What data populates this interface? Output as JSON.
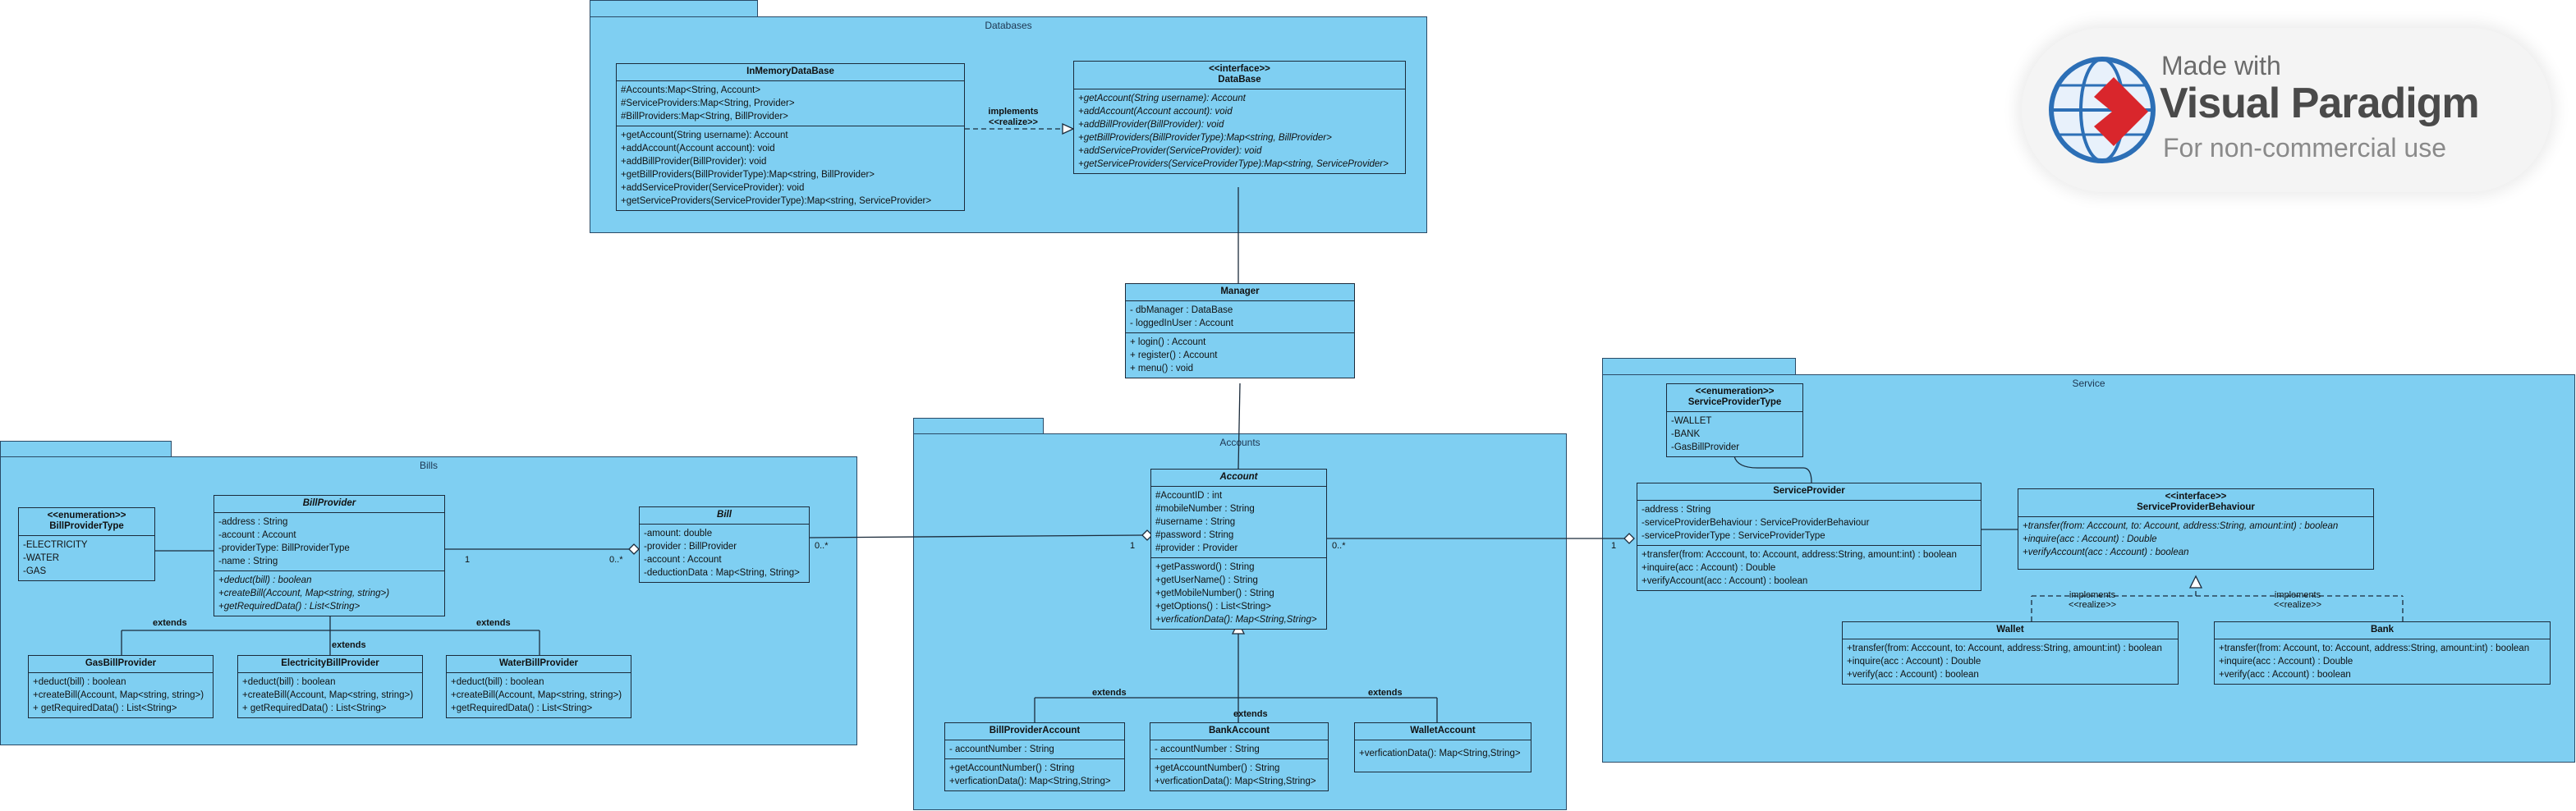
{
  "watermark": {
    "line1": "Made with",
    "line2": "Visual Paradigm",
    "line3": "For non-commercial use"
  },
  "colors": {
    "package_fill": "#7fcff2",
    "border": "#1b2b3b"
  },
  "packages": {
    "databases": "Databases",
    "bills": "Bills",
    "accounts": "Accounts",
    "service": "Service"
  },
  "classes": {
    "in_memory_db": {
      "name": "InMemoryDataBase",
      "attrs": [
        "#Accounts:Map<String, Account>",
        "#ServiceProviders:Map<String, Provider>",
        "#BillProviders:Map<String, BillProvider>"
      ],
      "ops": [
        "+getAccount(String username): Account",
        "+addAccount(Account account): void",
        "+addBillProvider(BillProvider): void",
        "+getBillProviders(BillProviderType):Map<string, BillProvider>",
        "+addServiceProvider(ServiceProvider): void",
        "+getServiceProviders(ServiceProviderType):Map<string, ServiceProvider>"
      ]
    },
    "database": {
      "stereotype": "<<interface>>",
      "name": "DataBase",
      "ops": [
        "+getAccount(String username): Account",
        "+addAccount(Account account): void",
        "+addBillProvider(BillProvider): void",
        "+getBillProviders(BillProviderType):Map<string, BillProvider>",
        "+addServiceProvider(ServiceProvider): void",
        "+getServiceProviders(ServiceProviderType):Map<string, ServiceProvider>"
      ]
    },
    "manager": {
      "name": "Manager",
      "attrs": [
        "- dbManager : DataBase",
        "- loggedInUser : Account"
      ],
      "ops": [
        "+ login() : Account",
        "+ register() : Account",
        "+ menu() : void"
      ]
    },
    "bill_provider_type": {
      "stereotype": "<<enumeration>>",
      "name": "BillProviderType",
      "attrs": [
        "-ELECTRICITY",
        "-WATER",
        "-GAS"
      ]
    },
    "bill_provider": {
      "name": "BillProvider",
      "attrs": [
        "-address : String",
        "-account : Account",
        "-providerType: BillProviderType",
        "-name : String"
      ],
      "ops": [
        "+deduct(bill) : boolean",
        "+createBill(Account, Map<string, string>)",
        "+getRequiredData() : List<String>"
      ]
    },
    "bill": {
      "name": "Bill",
      "attrs": [
        "-amount: double",
        "-provider : BillProvider",
        "-account : Account",
        "-deductionData : Map<String, String>"
      ]
    },
    "gas_bill_provider": {
      "name": "GasBillProvider",
      "ops": [
        "+deduct(bill) : boolean",
        "+createBill(Account, Map<string, string>)",
        "+ getRequiredData() : List<String>"
      ]
    },
    "electricity_bill_provider": {
      "name": "ElectricityBillProvider",
      "ops": [
        "+deduct(bill) : boolean",
        "+createBill(Account, Map<string, string>)",
        "+ getRequiredData() : List<String>"
      ]
    },
    "water_bill_provider": {
      "name": "WaterBillProvider",
      "ops": [
        "+deduct(bill) : boolean",
        "+createBill(Account, Map<string, string>)",
        "+getRequiredData() : List<String>"
      ]
    },
    "account": {
      "name": "Account",
      "attrs": [
        "#AccountID : int",
        "#mobileNumber : String",
        "#username : String",
        "#password : String",
        "#provider : Provider"
      ],
      "ops": [
        "+getPassword() : String",
        "+getUserName() : String",
        "+getMobileNumber() : String",
        "+getOptions() : List<String>",
        "+verficationData(): Map<String,String>"
      ]
    },
    "bill_provider_account": {
      "name": "BillProviderAccount",
      "attrs": [
        "- accountNumber : String"
      ],
      "ops": [
        "+getAccountNumber() : String",
        "+verficationData(): Map<String,String>"
      ]
    },
    "bank_account": {
      "name": "BankAccount",
      "attrs": [
        "- accountNumber : String"
      ],
      "ops": [
        "+getAccountNumber() : String",
        "+verficationData(): Map<String,String>"
      ]
    },
    "wallet_account": {
      "name": "WalletAccount",
      "ops": [
        "+verficationData(): Map<String,String>"
      ]
    },
    "service_provider_type": {
      "stereotype": "<<enumeration>>",
      "name": "ServiceProviderType",
      "attrs": [
        "-WALLET",
        "-BANK",
        "-GasBillProvider"
      ]
    },
    "service_provider": {
      "name": "ServiceProvider",
      "attrs": [
        "-address : String",
        "-serviceProviderBehaviour : ServiceProviderBehaviour",
        "-serviceProviderType : ServiceProviderType"
      ],
      "ops": [
        "+transfer(from: Acccount, to: Account, address:String, amount:int) : boolean",
        "+inquire(acc : Account) : Double",
        "+verifyAccount(acc : Account) : boolean"
      ]
    },
    "service_provider_behaviour": {
      "stereotype": "<<interface>>",
      "name": "ServiceProviderBehaviour",
      "ops": [
        "+transfer(from: Acccount, to: Account, address:String, amount:int) : boolean",
        "+inquire(acc : Account) : Double",
        "+verifyAccount(acc : Account) : boolean"
      ]
    },
    "wallet": {
      "name": "Wallet",
      "ops": [
        "+transfer(from: Acccount, to: Account, address:String, amount:int) : boolean",
        "+inquire(acc : Account) : Double",
        "+verify(acc : Account) : boolean"
      ]
    },
    "bank": {
      "name": "Bank",
      "ops": [
        "+transfer(from: Account, to: Account, address:String, amount:int) : boolean",
        "+inquire(acc : Account) : Double",
        "+verify(acc : Account) : boolean"
      ]
    }
  },
  "relations": {
    "implements": "implements",
    "realize": "<<realize>>",
    "extends": "extends",
    "mult_one": "1",
    "mult_many": "0..*"
  }
}
